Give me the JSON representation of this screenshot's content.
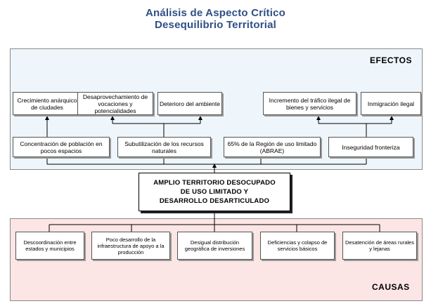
{
  "title": {
    "line1": "Análisis de Aspecto Crítico",
    "line2": "Desequilibrio Territorial"
  },
  "efectos": {
    "label": "EFECTOS",
    "top_boxes": [
      "Crecimiento anárquico de ciudades",
      "Desaprovechamiento de vocaciones y potencialidades",
      "Deterioro del ambiente",
      "Incremento del tráfico ilegal de bienes y servicios",
      "Inmigración ilegal"
    ],
    "bottom_boxes": [
      "Concentración de población en pocos espacios",
      "Subutilización de los recursos naturales",
      "65% de la Región de uso limitado (ABRAE)",
      "Inseguridad fronteriza"
    ]
  },
  "center": {
    "line1": "AMPLIO TERRITORIO DESOCUPADO",
    "line2": "DE USO LIMITADO Y",
    "line3": "DESARROLLO DESARTICULADO"
  },
  "causas": {
    "label": "CAUSAS",
    "boxes": [
      "Descoordinación entre estados y municipios",
      "Poco desarrollo de la infraestructura de apoyo a la producción",
      "Desigual distribución geográfica de inversiones",
      "Deficiencias y colapso de servicios básicos",
      "Desatención de áreas rurales y lejanas"
    ]
  }
}
